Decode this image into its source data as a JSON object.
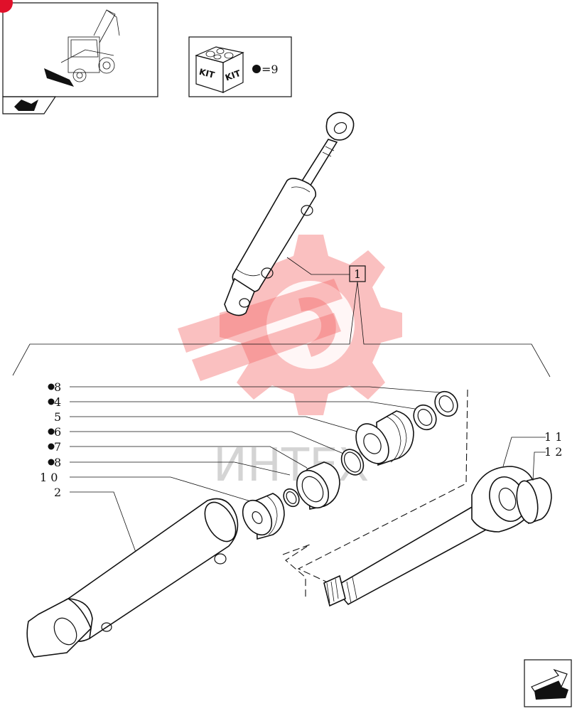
{
  "kit_box": {
    "labels": [
      "KIT",
      "KIT"
    ],
    "legend": "=9",
    "legend_dot_color": "#111111"
  },
  "watermark": {
    "text": "ИНТЕХ",
    "color": "#f26a6a"
  },
  "callouts": [
    {
      "text": "8",
      "dot": true
    },
    {
      "text": "4",
      "dot": true
    },
    {
      "text": "5",
      "dot": false
    },
    {
      "text": "6",
      "dot": true
    },
    {
      "text": "7",
      "dot": true
    },
    {
      "text": "8",
      "dot": true
    },
    {
      "text": "1 0",
      "dot": false
    },
    {
      "text": "2",
      "dot": false
    }
  ],
  "right_callouts": [
    {
      "text": "1 1"
    },
    {
      "text": "1 2"
    }
  ],
  "assembly_ref": {
    "text": "1"
  },
  "icons": {
    "thumbnail": "backhoe-loader-icon",
    "nav_back": "back-arrow-icon",
    "nav_next": "next-page-arrow-icon"
  }
}
